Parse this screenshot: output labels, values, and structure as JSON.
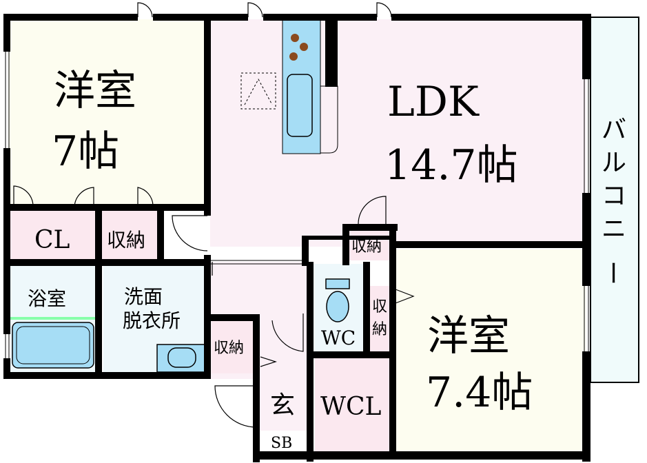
{
  "rooms": {
    "western_room_1": {
      "name": "洋室",
      "size": "7帖"
    },
    "ldk": {
      "name": "LDK",
      "size": "14.7帖"
    },
    "western_room_2": {
      "name": "洋室",
      "size": "7.4帖"
    },
    "closet": "CL",
    "storage_1": "収納",
    "storage_2": "収納",
    "storage_3": "収納",
    "storage_4": [
      "収",
      "納"
    ],
    "bathroom": "浴室",
    "washroom": [
      "洗面",
      "脱衣所"
    ],
    "toilet": "WC",
    "walk_in_closet": "WCL",
    "entrance": "玄",
    "shoe_box": "SB",
    "balcony": [
      "バ",
      "ル",
      "コ",
      "ニ",
      "ー"
    ]
  },
  "colors": {
    "wall": "#000000",
    "western_room_fill": "#fdfdf0",
    "ldk_fill": "#fbf0f6",
    "storage_fill": "#fbe8ef",
    "wet_area_fill": "#eef8fb",
    "balcony_fill": "#f0fbfb",
    "fixture_fill": "#a6ddf5",
    "stove_dot": "#8b4a1e"
  }
}
